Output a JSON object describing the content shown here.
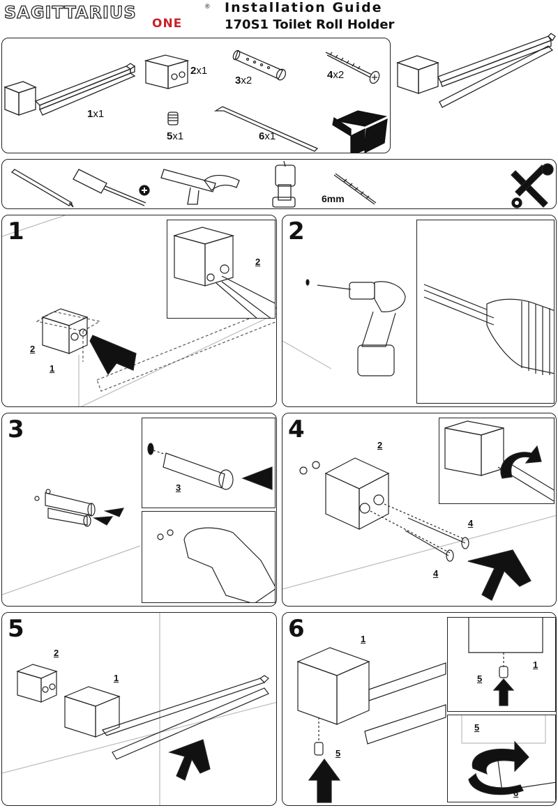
{
  "brand": {
    "name": "SAGITTARIUS",
    "registered": "®",
    "sub": "ONE",
    "accent_color": "#c8222a"
  },
  "header": {
    "title": "Installation Guide",
    "subtitle": "170S1 Toilet Roll Holder"
  },
  "parts": [
    {
      "id": "1",
      "qty": "x1"
    },
    {
      "id": "2",
      "qty": "x1"
    },
    {
      "id": "3",
      "qty": "x2"
    },
    {
      "id": "4",
      "qty": "x2"
    },
    {
      "id": "5",
      "qty": "x1"
    },
    {
      "id": "6",
      "qty": "x1"
    }
  ],
  "tools": {
    "drill_bit_size": "6mm",
    "icons": [
      "pencil-icon",
      "phillips-screwdriver-icon",
      "hammer-icon",
      "power-drill-icon",
      "drill-bit-icon",
      "tools-crossed-icon"
    ]
  },
  "steps": [
    {
      "number": "1",
      "labels": [
        "2",
        "1",
        "2"
      ]
    },
    {
      "number": "2",
      "labels": []
    },
    {
      "number": "3",
      "labels": [
        "3"
      ]
    },
    {
      "number": "4",
      "labels": [
        "2",
        "4",
        "4"
      ]
    },
    {
      "number": "5",
      "labels": [
        "2",
        "1"
      ]
    },
    {
      "number": "6",
      "labels": [
        "1",
        "5",
        "1",
        "5",
        "5",
        "6"
      ]
    }
  ]
}
